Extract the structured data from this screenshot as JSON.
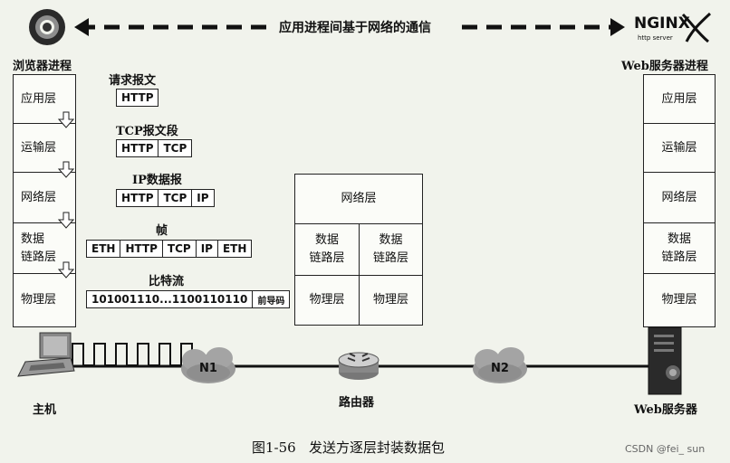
{
  "top": {
    "caption": "应用进程间基于网络的通信"
  },
  "nginx": {
    "name": "NGINX",
    "tagline": "http server"
  },
  "left": {
    "title": "浏览器进程",
    "layers": [
      "应用层",
      "运输层",
      "网络层",
      "数据\n链路层",
      "物理层"
    ]
  },
  "right": {
    "title": "Web服务器进程",
    "layers": [
      "应用层",
      "运输层",
      "网络层",
      "数据\n链路层",
      "物理层"
    ]
  },
  "packets": {
    "request": {
      "title": "请求报文",
      "fields": [
        "HTTP"
      ]
    },
    "tcp": {
      "title": "TCP报文段",
      "fields": [
        "HTTP",
        "TCP"
      ]
    },
    "ip": {
      "title": "IP数据报",
      "fields": [
        "HTTP",
        "TCP",
        "IP"
      ]
    },
    "frame": {
      "title": "帧",
      "fields": [
        "ETH",
        "HTTP",
        "TCP",
        "IP",
        "ETH"
      ]
    },
    "bits": {
      "title": "比特流",
      "fields": [
        "101001110...1100110110",
        "前导码"
      ]
    }
  },
  "router_stack": {
    "network": "网络层",
    "datalink": "数据\n链路层",
    "physical": "物理层"
  },
  "labels": {
    "host": "主机",
    "n1": "N1",
    "router": "路由器",
    "n2": "N2",
    "server": "Web服务器"
  },
  "figure": {
    "caption": "图1-56   发送方逐层封装数据包"
  },
  "watermark": "CSDN @fei_ sun"
}
